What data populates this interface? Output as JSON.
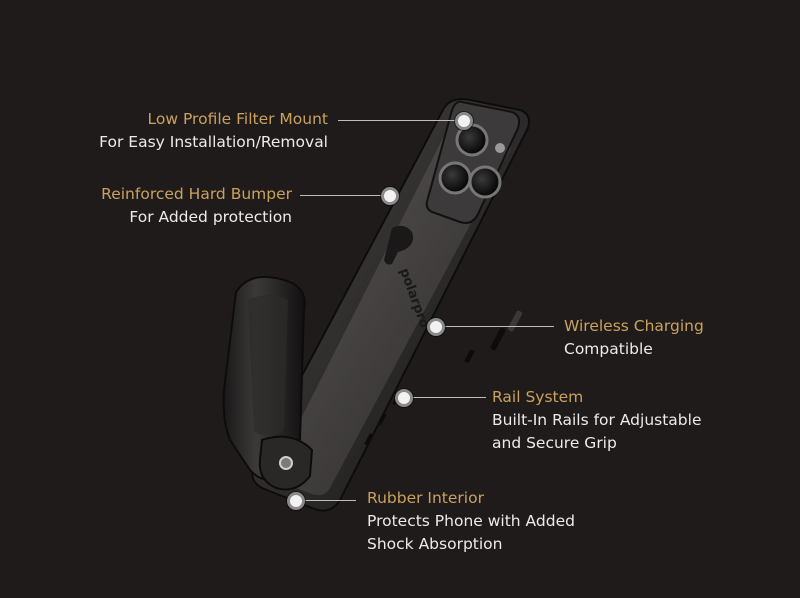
{
  "colors": {
    "background": "#1f1b1b",
    "accent_gold": "#c9a25e",
    "text_white": "#ecebe8"
  },
  "product": {
    "logo_text": "polarpro"
  },
  "callouts": [
    {
      "title": "Low Profile Filter Mount",
      "subtitle": "For Easy Installation/Removal"
    },
    {
      "title": "Reinforced Hard Bumper",
      "subtitle": "For Added protection"
    },
    {
      "title": "Wireless Charging",
      "subtitle": "Compatible"
    },
    {
      "title": "Rail System",
      "subtitle": "Built-In Rails for Adjustable",
      "subtitle2": "and Secure Grip"
    },
    {
      "title": "Rubber Interior",
      "subtitle": "Protects Phone with Added",
      "subtitle2": "Shock Absorption"
    }
  ]
}
